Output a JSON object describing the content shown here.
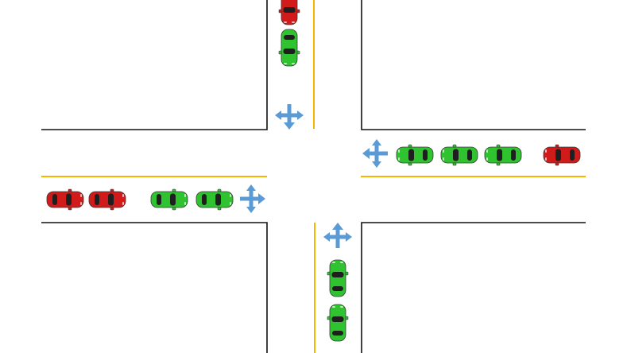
{
  "colors": {
    "background": "#ffffff",
    "curb": "#111111",
    "center_line": "#f5b400",
    "arrow": "#5b9bd5",
    "car_red": "#d11a1a",
    "car_green": "#2fc32f"
  },
  "approaches": [
    {
      "id": "north",
      "side": "top",
      "signal_icon": "all-direction-arrow-icon",
      "queue": [
        "green",
        "red"
      ]
    },
    {
      "id": "east",
      "side": "right",
      "signal_icon": "all-direction-arrow-icon",
      "queue": [
        "green",
        "green",
        "green",
        "red"
      ]
    },
    {
      "id": "west",
      "side": "left",
      "signal_icon": "all-direction-arrow-icon",
      "queue": [
        "green",
        "green",
        "red",
        "red"
      ]
    },
    {
      "id": "south",
      "side": "bottom",
      "signal_icon": "all-direction-arrow-icon",
      "queue": [
        "green",
        "green"
      ]
    }
  ]
}
